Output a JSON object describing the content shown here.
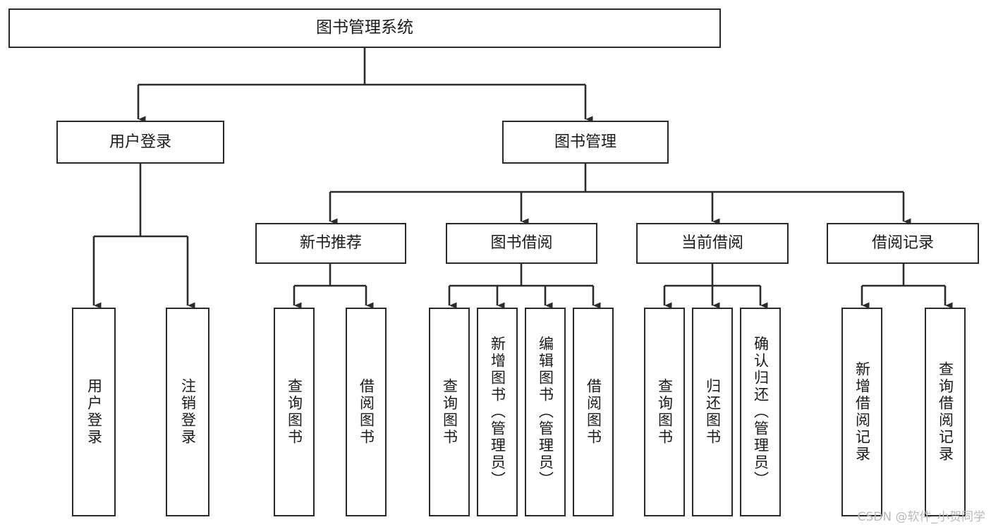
{
  "diagram": {
    "title": "图书管理系统",
    "type": "hierarchy-tree",
    "watermark": "CSDN @软件_小贺同学",
    "colors": {
      "background": "#ffffff",
      "box_border": "#2b2b2b",
      "box_fill": "#ffffff",
      "text": "#1a1a1a",
      "connector": "#2b2b2b",
      "watermark": "#b9b9b9"
    },
    "nodes": {
      "root": {
        "label": "图书管理系统"
      },
      "level1": [
        {
          "label": "用户登录"
        },
        {
          "label": "图书管理"
        }
      ],
      "level2": [
        {
          "label": "新书推荐"
        },
        {
          "label": "图书借阅"
        },
        {
          "label": "当前借阅"
        },
        {
          "label": "借阅记录"
        }
      ],
      "leaves_login": [
        {
          "label": "用户登录"
        },
        {
          "label": "注销登录"
        }
      ],
      "leaves_newbook": [
        {
          "label": "查询图书"
        },
        {
          "label": "借阅图书"
        }
      ],
      "leaves_borrow": [
        {
          "label": "查询图书"
        },
        {
          "label": "新增图书（管理员）"
        },
        {
          "label": "编辑图书（管理员）"
        },
        {
          "label": "借阅图书"
        }
      ],
      "leaves_current": [
        {
          "label": "查询图书"
        },
        {
          "label": "归还图书"
        },
        {
          "label": "确认归还（管理员）"
        }
      ],
      "leaves_records": [
        {
          "label": "新增借阅记录"
        },
        {
          "label": "查询借阅记录"
        }
      ]
    }
  }
}
